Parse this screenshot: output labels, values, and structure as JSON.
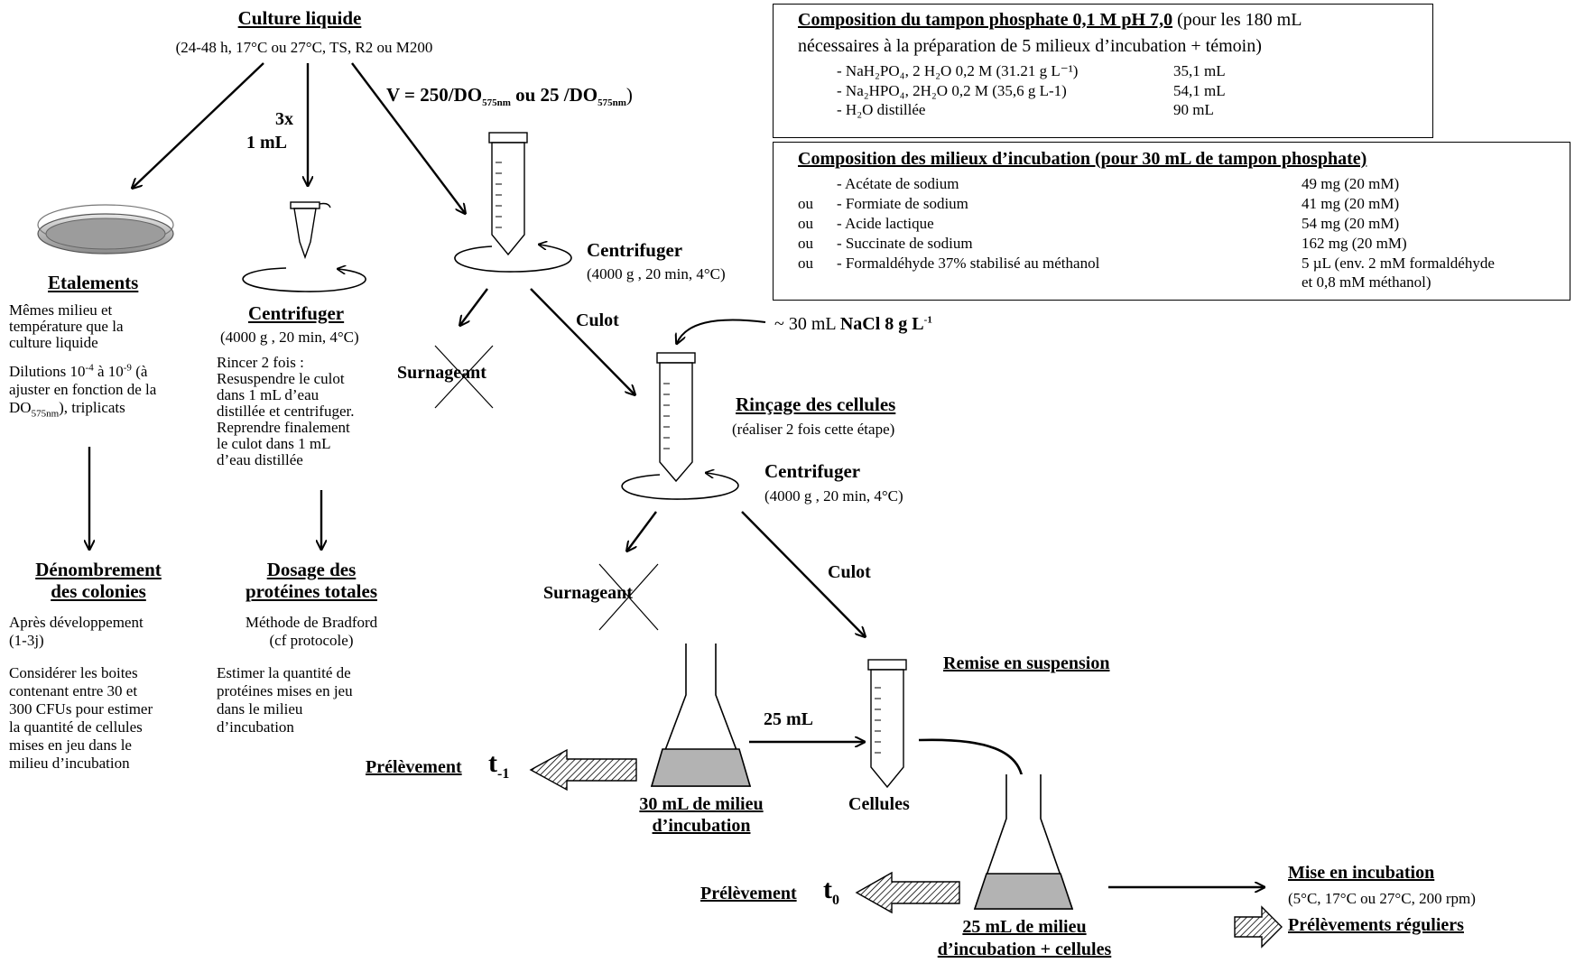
{
  "culture": {
    "title": "Culture liquide",
    "subtitle": "(24-48 h, 17°C ou 27°C, TS, R2 ou M200"
  },
  "volume_formula": {
    "text_a": "V = 250/DO",
    "sub_a": "575nm",
    "text_b": " ou 25 /DO",
    "sub_b": "575nm",
    "text_c": ")"
  },
  "aliquot": {
    "line1": "3x",
    "line2": "1 mL"
  },
  "etalements": {
    "title": "Etalements",
    "line1": "Mêmes milieu et",
    "line2": "température que la",
    "line3": "culture liquide",
    "dil_a": "Dilutions 10",
    "dil_sup1": "-4",
    "dil_b": " à 10",
    "dil_sup2": "-9",
    "dil_c": " (à",
    "line5": "ajuster en fonction de la",
    "do_a": "DO",
    "do_sub": "575nm",
    "do_b": "), triplicats"
  },
  "denombrement": {
    "title1": "Dénombrement",
    "title2": "des colonies",
    "p1a": "Après développement",
    "p1b": "(1-3j)",
    "p2": [
      "Considérer les boites",
      "contenant entre 30 et",
      "300 CFUs pour estimer",
      "la quantité de cellules",
      "mises en jeu dans le",
      "milieu d’incubation"
    ]
  },
  "centrifuger_left": {
    "title": "Centrifuger",
    "params": "(4000 g , 20 min, 4°C)",
    "body": [
      "Rincer 2 fois :",
      "Resuspendre le culot",
      "dans 1 mL d’eau",
      "distillée et centrifuger.",
      "Reprendre finalement",
      "le culot dans 1 mL",
      "d’eau distillée"
    ]
  },
  "dosage": {
    "title1": "Dosage des",
    "title2": "protéines totales",
    "p1a": "Méthode de Bradford",
    "p1b": "(cf protocole)",
    "p2": [
      "Estimer la quantité de",
      "protéines mises en jeu",
      "dans le milieu",
      "d’incubation"
    ]
  },
  "centrifuger_top": {
    "title": "Centrifuger",
    "params": "(4000 g , 20 min, 4°C)"
  },
  "surnageant_label": "Surnageant",
  "culot_label": "Culot",
  "nacl": {
    "prefix": "~ 30 mL ",
    "bold": "NaCl 8 g L",
    "sup": "-1"
  },
  "rincage": {
    "title": "Rinçage des cellules",
    "subtitle": "(réaliser 2 fois cette étape)",
    "centrifuger": "Centrifuger",
    "params": "(4000 g , 20 min, 4°C)"
  },
  "remise": "Remise en suspension",
  "volume_25": "25 mL",
  "cellules": "Cellules",
  "milieu_30": {
    "line1": "30 mL de milieu",
    "line2": "d’incubation"
  },
  "milieu_25": {
    "line1": "25 mL de milieu",
    "line2": "d’incubation + cellules"
  },
  "prelevement": {
    "label": "Prélèvement",
    "t": "t",
    "sub_m1": "-1",
    "sub_0": "0"
  },
  "incubation": {
    "title": "Mise en incubation",
    "params": "(5°C, 17°C ou 27°C, 200 rpm)",
    "regular": "Prélèvements réguliers"
  },
  "tampon_box": {
    "title": "Composition du tampon phosphate 0,1 M pH 7,0",
    "title_rest": " (pour les 180 mL",
    "title_line2": "nécessaires à la préparation de 5 milieux d’incubation + témoin)",
    "rows": [
      {
        "name": "- NaH₂PO₄, 2 H₂O 0,2 M (31.21 g L⁻¹)",
        "value": "35,1 mL"
      },
      {
        "name": "- Na₂HPO₄, 2H₂O 0,2 M (35,6 g L-1)",
        "value": "54,1 mL"
      },
      {
        "name": "- H₂O distillée",
        "value": "90 mL"
      }
    ]
  },
  "milieux_box": {
    "title": "Composition des milieux d’incubation (pour 30 mL de tampon phosphate)",
    "rows": [
      {
        "prefix": "",
        "name": "- Acétate de sodium",
        "value": "49 mg (20 mM)"
      },
      {
        "prefix": "ou",
        "name": "- Formiate de sodium",
        "value": "41 mg (20 mM)"
      },
      {
        "prefix": "ou",
        "name": "- Acide lactique",
        "value": "54 mg (20 mM)"
      },
      {
        "prefix": "ou",
        "name": "- Succinate de sodium",
        "value": "162 mg (20 mM)"
      },
      {
        "prefix": "ou",
        "name": "- Formaldéhyde 37% stabilisé au méthanol",
        "value": "5 µL (env. 2 mM formaldéhyde",
        "value2": "et 0,8 mM méthanol)"
      }
    ]
  }
}
